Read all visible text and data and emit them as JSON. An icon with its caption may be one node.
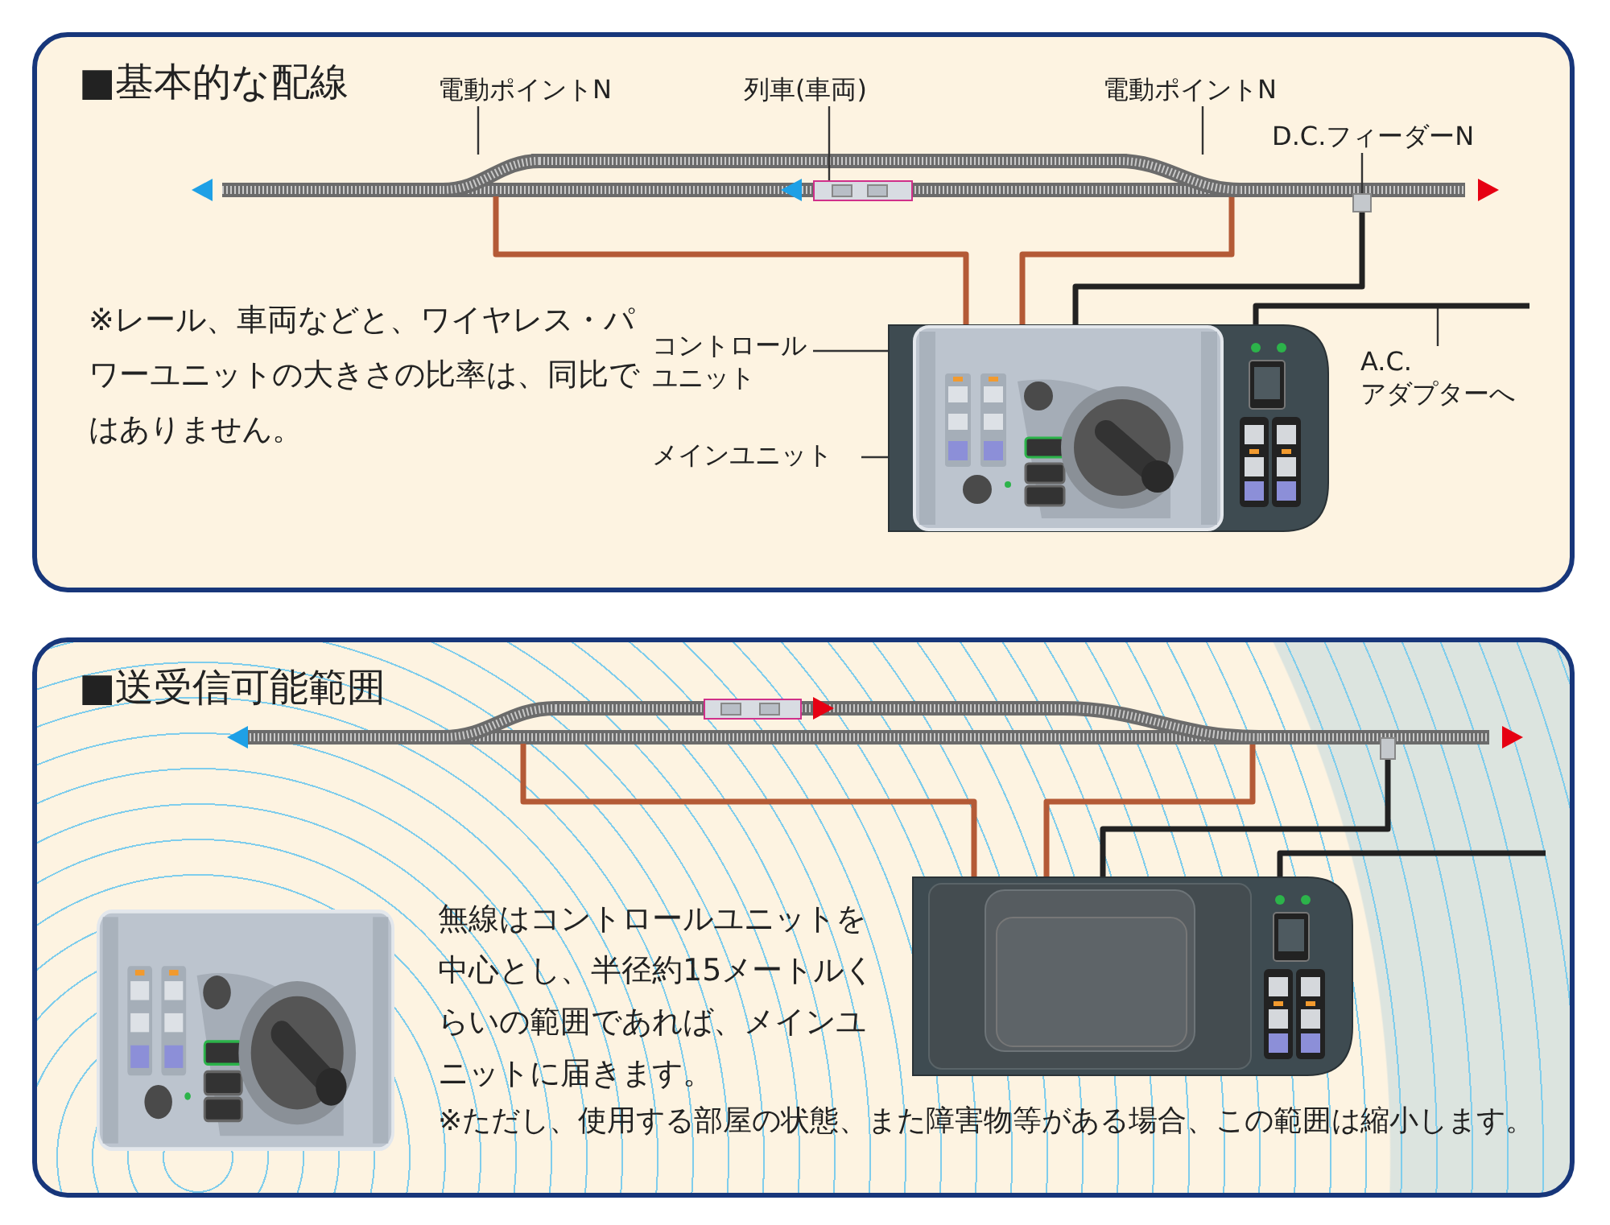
{
  "diagram": {
    "nodes": [
      {
        "text": [
          "■基本的な配線"
        ]
      },
      {
        "text": [
          "電動ポイントN"
        ],
        "in": 0
      },
      {
        "text": [
          "列車(車両)"
        ],
        "in": 0
      },
      {
        "text": [
          "電動ポイントN"
        ],
        "in": 0
      },
      {
        "text": [
          "D.C.フィーダーN"
        ],
        "in": 0
      },
      {
        "text": [],
        "shape": "picture",
        "in": 0
      },
      {
        "text": [],
        "shape": "picture",
        "in": 0
      },
      {
        "text": [],
        "shape": "picture",
        "in": 0
      },
      {
        "text": [],
        "shape": "box",
        "in": 0
      },
      {
        "text": [
          "コントロールユニット"
        ],
        "in": 0
      },
      {
        "text": [
          "メインユニット"
        ],
        "in": 0
      },
      {
        "text": [],
        "shape": "picture",
        "in": 0
      },
      {
        "text": [],
        "shape": "picture",
        "in": 11
      },
      {
        "text": [
          "A.C. アダプターへ"
        ],
        "in": 0
      },
      {
        "text": [
          "■送受信可能範囲"
        ]
      },
      {
        "text": [],
        "shape": "picture",
        "in": 14
      },
      {
        "text": [],
        "shape": "picture",
        "in": 14
      },
      {
        "text": [],
        "shape": "box",
        "in": 14
      },
      {
        "text": [],
        "shape": "picture",
        "in": 14
      },
      {
        "text": [],
        "shape": "picture",
        "in": 14
      }
    ],
    "edges": [
      {
        "from": 1,
        "to": 5,
        "arrow": "none"
      },
      {
        "from": 2,
        "to": 6,
        "arrow": "none"
      },
      {
        "from": 3,
        "to": 7,
        "arrow": "none"
      },
      {
        "from": 4,
        "to": 8,
        "arrow": "none"
      },
      {
        "from": 9,
        "to": 12,
        "arrow": "none"
      },
      {
        "from": 10,
        "to": 11,
        "arrow": "none"
      },
      {
        "from": 13,
        "to": null,
        "arrow": "none"
      },
      {
        "from": 5,
        "to": 11,
        "arrow": "none",
        "color": "#b45a36"
      },
      {
        "from": 7,
        "to": 11,
        "arrow": "none",
        "color": "#b45a36"
      },
      {
        "from": 8,
        "to": 11,
        "arrow": "none"
      },
      {
        "from": 11,
        "to": null,
        "arrow": "none"
      },
      {
        "from": 15,
        "to": 18,
        "arrow": "none",
        "color": "#b45a36"
      },
      {
        "from": 16,
        "to": 18,
        "arrow": "none",
        "color": "#b45a36"
      },
      {
        "from": 17,
        "to": 18,
        "arrow": "none"
      },
      {
        "from": 18,
        "to": null,
        "arrow": "none"
      }
    ],
    "labels": [
      "※レール、車両などと、ワイヤレス・パワーユニットの大きさの比率は、同比ではありません。",
      "無線はコントロールユニットを中心とし、半径約15メートルくらいの範囲であれば、メインユニットに届きます。",
      "※ただし、使用する部屋の状態、また障害物等がある場合、この範囲は縮小します。"
    ]
  }
}
